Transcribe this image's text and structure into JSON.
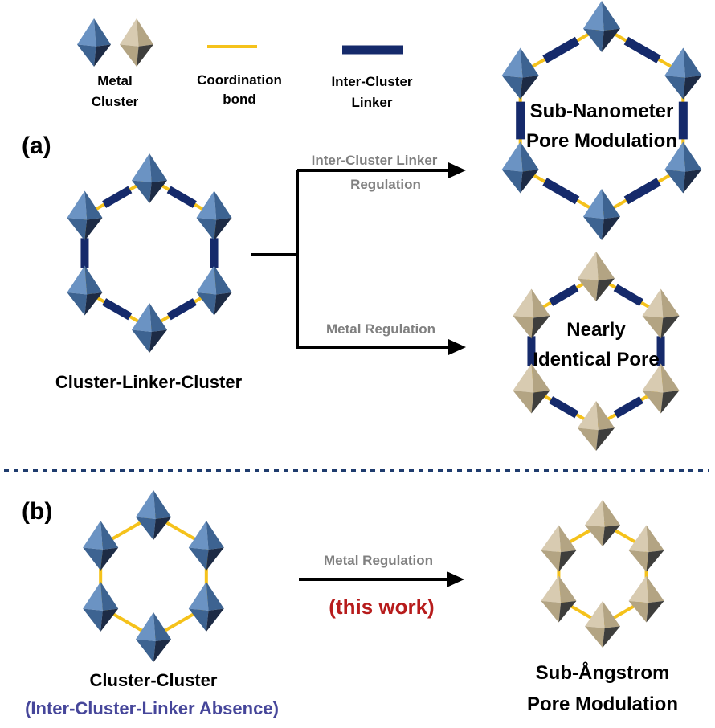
{
  "legend": {
    "metal_cluster": [
      "Metal",
      "Cluster"
    ],
    "coordination_bond": [
      "Coordination",
      "bond"
    ],
    "inter_cluster_linker": [
      "Inter-Cluster",
      "Linker"
    ]
  },
  "panel_a": {
    "tag": "(a)",
    "source_label": "Cluster-Linker-Cluster",
    "upper_arrow_label": [
      "Inter-Cluster Linker",
      "Regulation"
    ],
    "lower_arrow_label": "Metal Regulation",
    "upper_result": [
      "Sub-Nanometer",
      "Pore Modulation"
    ],
    "lower_result": [
      "Nearly",
      "Identical Pore"
    ]
  },
  "panel_b": {
    "tag": "(b)",
    "source_label": "Cluster-Cluster",
    "source_sublabel": "(Inter-Cluster-Linker Absence)",
    "arrow_label": "Metal Regulation",
    "arrow_note": "(this work)",
    "result": [
      "Sub-Ångstrom",
      "Pore Modulation"
    ]
  },
  "colors": {
    "blue_cluster_light": "#6b93c3",
    "blue_cluster_mid": "#3d6391",
    "blue_cluster_dark": "#1d2b45",
    "tan_cluster_light": "#d8cbb1",
    "tan_cluster_mid": "#b3a483",
    "tan_cluster_dark": "#3e3e3c",
    "coordination_bond": "#f5c21b",
    "linker": "#152a6b",
    "arrow": "#000000",
    "arrow_label": "#808080",
    "highlight_red": "#b71c1c",
    "highlight_purple": "#46469a",
    "divider": "#1f3c6e"
  }
}
